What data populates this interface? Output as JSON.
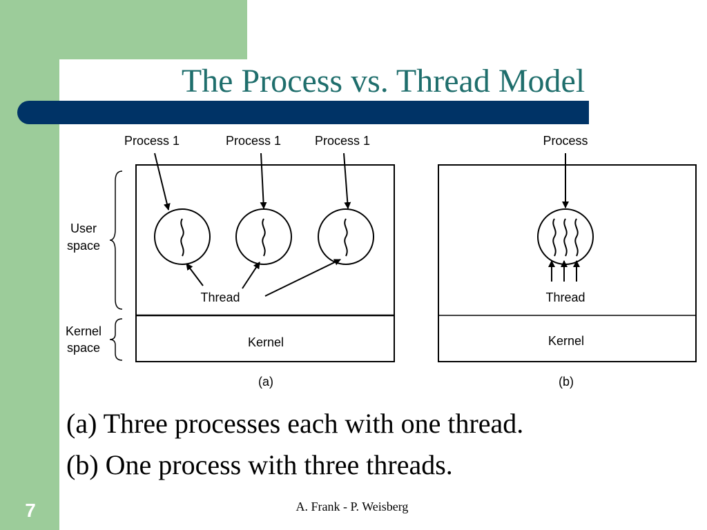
{
  "slide": {
    "title": "The Process vs. Thread Model",
    "number": "7",
    "footer": "A. Frank - P. Weisberg",
    "captions": [
      "(a) Three processes each with one thread.",
      "(b) One process with three threads."
    ],
    "colors": {
      "sidebar_green": "#9ccc9a",
      "title_teal": "#1f6e6c",
      "title_bar_navy": "#003366"
    }
  },
  "diagram": {
    "left_labels": {
      "user_line1": "User",
      "user_line2": "space",
      "kernel_line1": "Kernel",
      "kernel_line2": "space"
    },
    "panel_a": {
      "process_labels": [
        "Process 1",
        "Process 1",
        "Process 1"
      ],
      "thread_label": "Thread",
      "kernel_label": "Kernel",
      "caption_label": "(a)"
    },
    "panel_b": {
      "process_label": "Process",
      "thread_label": "Thread",
      "kernel_label": "Kernel",
      "caption_label": "(b)"
    }
  }
}
